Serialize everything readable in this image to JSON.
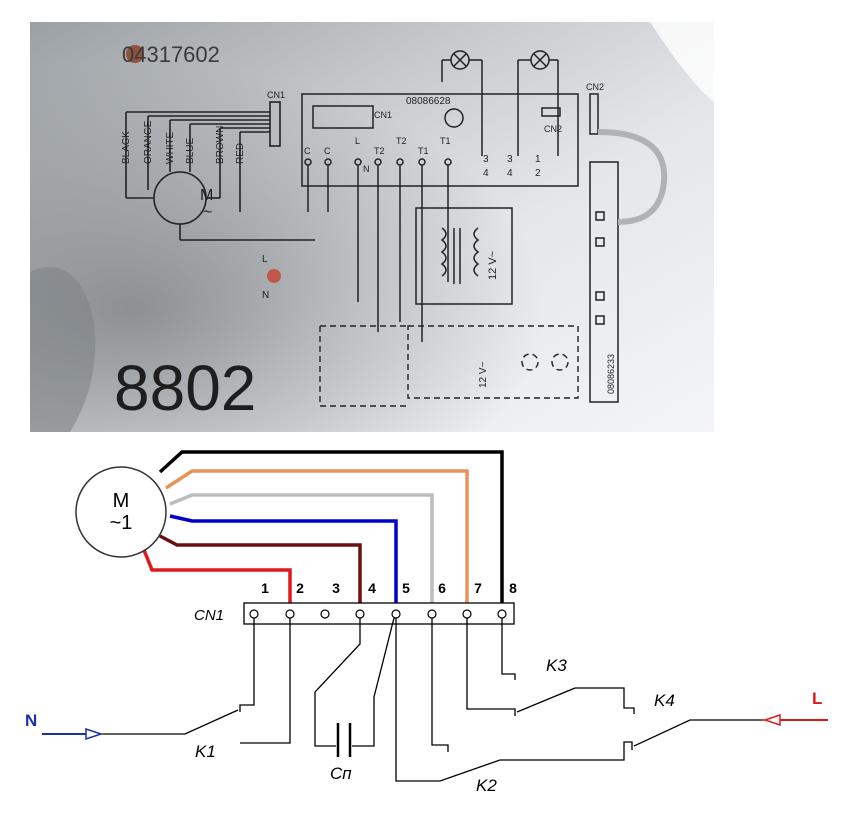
{
  "photo": {
    "top_code": "04317602",
    "model_number": "8802",
    "board_code": "08086628",
    "display_code": "08086233",
    "motor_letter": "M",
    "motor_symbol": "~",
    "wire_colors": [
      "BLACK",
      "ORANGE",
      "WHITE",
      "BLUE",
      "BROWN",
      "RED"
    ],
    "connector_labels": {
      "cn1": "CN1",
      "cn1_board": "CN1",
      "cn2_board": "CN2",
      "cn2_display": "CN2"
    },
    "terminal_labels": [
      "C",
      "C",
      "L",
      "N",
      "T2",
      "T2",
      "T1",
      "T1"
    ],
    "relay_pins": [
      "3",
      "3",
      "1",
      "4",
      "4",
      "2"
    ],
    "transformer_voltage": "12 V~",
    "mains_labels": [
      "L",
      "N"
    ]
  },
  "schematic": {
    "motor": {
      "letter": "M",
      "phase": "~1"
    },
    "connector_label": "CN1",
    "pin_numbers": [
      "1",
      "2",
      "3",
      "4",
      "5",
      "6",
      "7",
      "8"
    ],
    "neutral_label": "N",
    "line_label": "L",
    "switches": {
      "k1": "K1",
      "k2": "K2",
      "k3": "K3",
      "k4": "K4"
    },
    "capacitor_label": "Сп",
    "colors": {
      "black": "#000000",
      "orange": "#e8935a",
      "white_wire": "#bdbdbd",
      "blue": "#0000cc",
      "brown": "#6b1010",
      "red": "#dd1a1a",
      "neutral_arrow": "#1a2fa8",
      "line_arrow": "#dd1a1a"
    }
  }
}
